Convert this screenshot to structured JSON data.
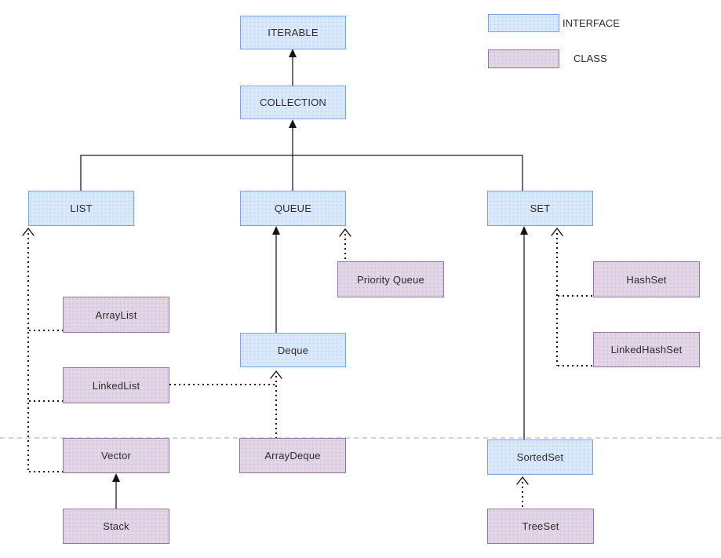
{
  "legend": {
    "items": [
      {
        "label": "INTERFACE",
        "type": "interface"
      },
      {
        "label": "CLASS",
        "type": "class"
      }
    ]
  },
  "nodes": {
    "iterable": {
      "label": "ITERABLE",
      "type": "interface"
    },
    "collection": {
      "label": "COLLECTION",
      "type": "interface"
    },
    "list": {
      "label": "LIST",
      "type": "interface"
    },
    "queue": {
      "label": "QUEUE",
      "type": "interface"
    },
    "set": {
      "label": "SET",
      "type": "interface"
    },
    "priority_queue": {
      "label": "Priority Queue",
      "type": "class"
    },
    "hashset": {
      "label": "HashSet",
      "type": "class"
    },
    "arraylist": {
      "label": "ArrayList",
      "type": "class"
    },
    "deque": {
      "label": "Deque",
      "type": "interface"
    },
    "linkedhashset": {
      "label": "LinkedHashSet",
      "type": "class"
    },
    "linkedlist": {
      "label": "LinkedList",
      "type": "class"
    },
    "vector": {
      "label": "Vector",
      "type": "class"
    },
    "arraydeque": {
      "label": "ArrayDeque",
      "type": "class"
    },
    "sortedset": {
      "label": "SortedSet",
      "type": "interface"
    },
    "stack": {
      "label": "Stack",
      "type": "class"
    },
    "treeset": {
      "label": "TreeSet",
      "type": "class"
    }
  },
  "edges": {
    "solid_extends": [
      {
        "from": "COLLECTION",
        "to": "ITERABLE"
      },
      {
        "from": "LIST",
        "to": "COLLECTION"
      },
      {
        "from": "QUEUE",
        "to": "COLLECTION"
      },
      {
        "from": "SET",
        "to": "COLLECTION"
      },
      {
        "from": "Deque",
        "to": "QUEUE"
      },
      {
        "from": "SortedSet",
        "to": "SET"
      },
      {
        "from": "Stack",
        "to": "Vector"
      }
    ],
    "dotted_implements": [
      {
        "from": "ArrayList",
        "to": "LIST"
      },
      {
        "from": "LinkedList",
        "to": "LIST"
      },
      {
        "from": "Vector",
        "to": "LIST"
      },
      {
        "from": "Priority Queue",
        "to": "QUEUE"
      },
      {
        "from": "LinkedList",
        "to": "Deque"
      },
      {
        "from": "ArrayDeque",
        "to": "Deque"
      },
      {
        "from": "HashSet",
        "to": "SET"
      },
      {
        "from": "LinkedHashSet",
        "to": "SET"
      },
      {
        "from": "TreeSet",
        "to": "SortedSet"
      }
    ]
  },
  "colors": {
    "interface_fill": "#dae8fc",
    "interface_stroke": "#7ea3d6",
    "class_fill": "#e1d5e7",
    "class_stroke": "#9673a6",
    "edge": "#1f1f1f",
    "divider_dashed": "#c3aed6",
    "background": "#ffffff"
  }
}
